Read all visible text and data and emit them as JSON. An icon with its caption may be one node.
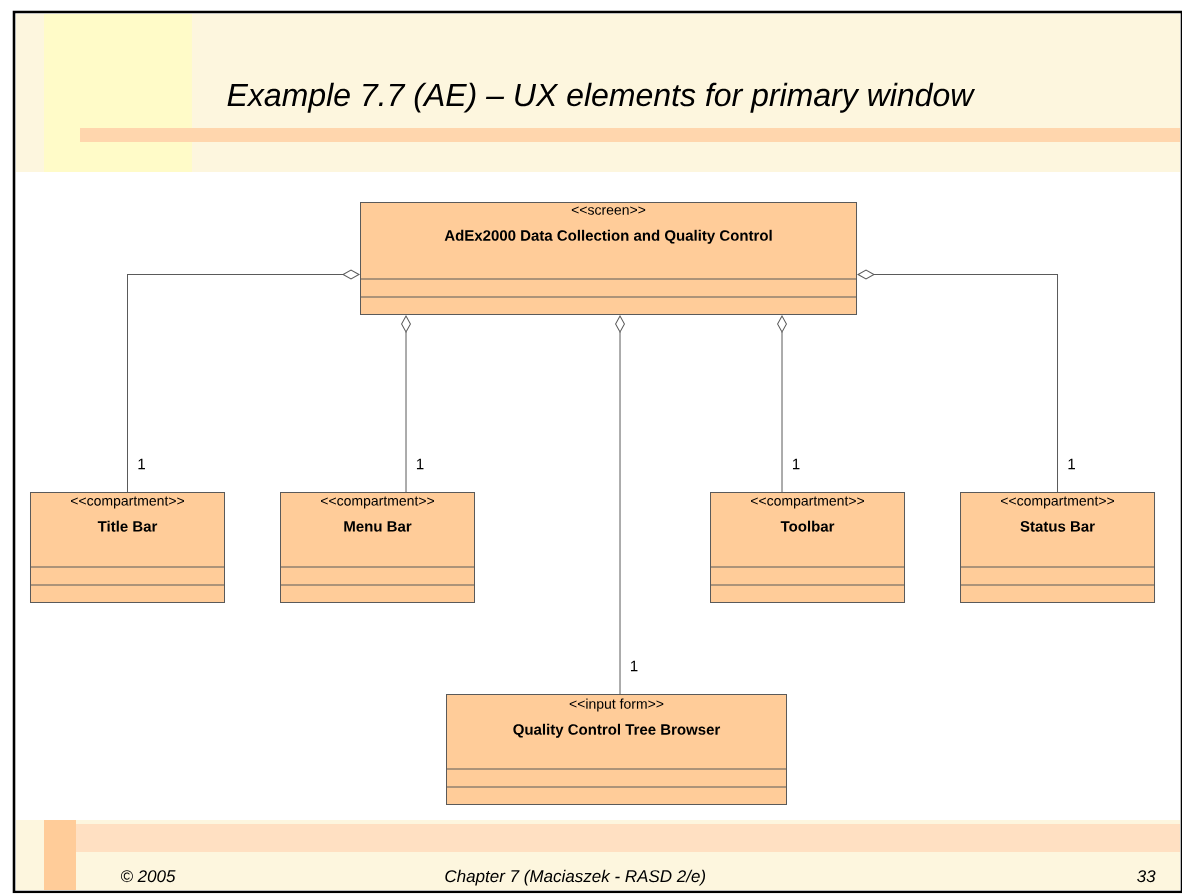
{
  "diagram": {
    "title": "Example 7.7 (AE) – UX elements for primary window",
    "nodes": [
      {
        "text": [
          "<<screen>>",
          "AdEx2000 Data Collection and Quality Control"
        ]
      },
      {
        "text": [
          "<<compartment>>",
          "Title Bar"
        ]
      },
      {
        "text": [
          "<<compartment>>",
          "Menu Bar"
        ]
      },
      {
        "text": [
          "<<compartment>>",
          "Toolbar"
        ]
      },
      {
        "text": [
          "<<compartment>>",
          "Status Bar"
        ]
      },
      {
        "text": [
          "<<input form>>",
          "Quality Control Tree Browser"
        ]
      }
    ],
    "edges": [
      {
        "from": 0,
        "to": 1,
        "arrow": "other",
        "label": "1"
      },
      {
        "from": 0,
        "to": 2,
        "arrow": "other",
        "label": "1"
      },
      {
        "from": 0,
        "to": 5,
        "arrow": "other",
        "label": "1"
      },
      {
        "from": 0,
        "to": 3,
        "arrow": "other",
        "label": "1"
      },
      {
        "from": 0,
        "to": 4,
        "arrow": "other",
        "label": "1"
      }
    ],
    "labels": [
      "© 2005",
      "Chapter 7 (Maciaszek - RASD 2/e)",
      "33"
    ]
  }
}
